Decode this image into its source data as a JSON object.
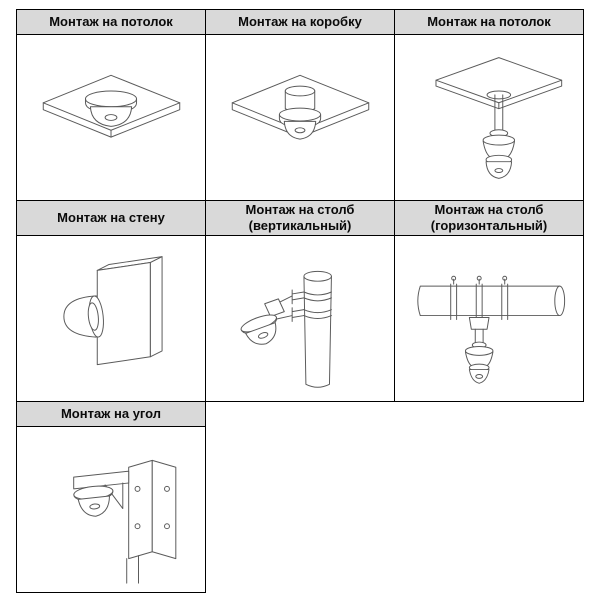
{
  "colors": {
    "header_bg": "#d9d9d9",
    "table_border": "#000000",
    "drawing_line": "#5a5a5a"
  },
  "headers": [
    {
      "label": "Монтаж на потолок"
    },
    {
      "label": "Монтаж на коробку"
    },
    {
      "label": "Монтаж на потолок"
    },
    {
      "label": "Монтаж на стену"
    },
    {
      "label": "Монтаж на столб\n(вертикальный)"
    },
    {
      "label": "Монтаж на столб\n(горизонтальный)"
    },
    {
      "label": "Монтаж на угол"
    }
  ],
  "illustrations": [
    {
      "name": "dome-camera-on-ceiling-panel"
    },
    {
      "name": "dome-camera-on-junction-box-ceiling"
    },
    {
      "name": "camera-on-ceiling-pendant-tube"
    },
    {
      "name": "dome-camera-on-wall"
    },
    {
      "name": "dome-camera-on-vertical-pole-clamps"
    },
    {
      "name": "camera-under-horizontal-pole-clamps"
    },
    {
      "name": "dome-camera-on-corner-bracket"
    }
  ]
}
